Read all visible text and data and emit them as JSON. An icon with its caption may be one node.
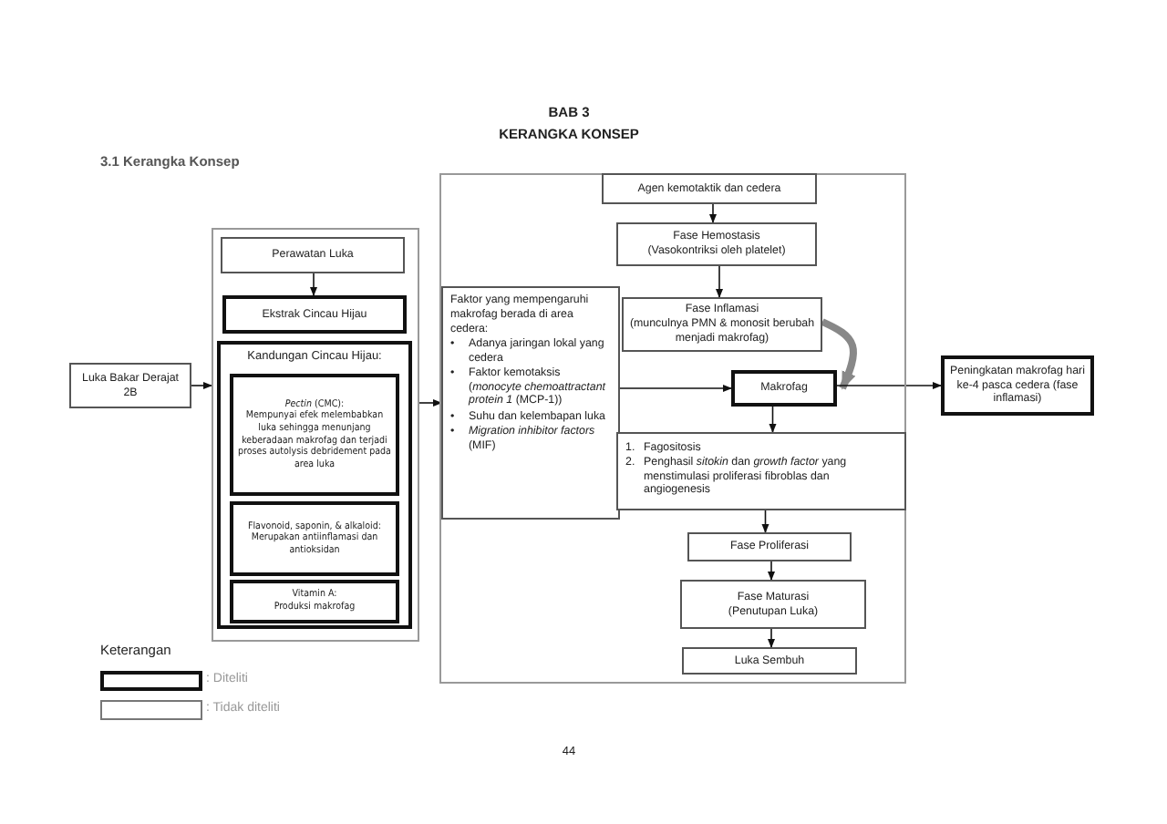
{
  "diagram": {
    "nodes": [
      {
        "text": [
          "Luka Bakar Derajat 2B"
        ]
      },
      {
        "text": [],
        "shape": "box"
      },
      {
        "text": [
          "Perawatan Luka"
        ],
        "in": 1
      },
      {
        "text": [
          "Ekstrak Cincau Hijau"
        ],
        "in": 1
      },
      {
        "text": [
          "Kandungan Cincau Hijau:"
        ],
        "in": 1
      },
      {
        "text": [
          "*Pectin* (CMC):",
          "Mempunyai efek melembabkan luka sehingga menunjang keberadaan makrofag dan terjadi proses autolysis debridement pada area luka"
        ],
        "in": 4
      },
      {
        "text": [
          "Flavonoid, saponin, & alkaloid:",
          "Merupakan antiinflamasi dan antioksidan"
        ],
        "in": 4
      },
      {
        "text": [
          "Vitamin A:",
          "Produksi makrofag"
        ],
        "in": 4
      },
      {
        "text": [],
        "shape": "box"
      },
      {
        "text": [
          "Agen kemotaktik dan cedera"
        ],
        "in": 8
      },
      {
        "text": [
          "Fase Hemostasis",
          "(Vasokontriksi oleh platelet)"
        ],
        "in": 8
      },
      {
        "text": [
          "Fase Inflamasi",
          "(munculnya PMN & monosit berubah menjadi makrofag)"
        ],
        "in": 8
      },
      {
        "text": [
          "Faktor yang mempengaruhi makrofag berada di area cedera:",
          "•",
          "Adanya jaringan lokal yang cedera",
          "•",
          "Faktor kemotaksis (*monocyte chemoattractant protein 1* (MCP-1))",
          "•",
          "Suhu dan kelembapan luka",
          "•",
          "*Migration inhibitor factors* (MIF)"
        ],
        "in": 8
      },
      {
        "text": [
          "Makrofag"
        ],
        "in": 8
      },
      {
        "text": [
          "1.",
          "Fagositosis",
          "2.",
          "Penghasil *sitokin* dan *growth factor* yang menstimulasi proliferasi fibroblas dan angiogenesis"
        ],
        "in": 8
      },
      {
        "text": [
          "Fase Proliferasi"
        ],
        "in": 8
      },
      {
        "text": [
          "Fase Maturasi",
          "(Penutupan Luka)"
        ],
        "in": 8
      },
      {
        "text": [
          "Luka Sembuh"
        ],
        "in": 8
      },
      {
        "text": [
          "Peningkatan makrofag hari ke-4 pasca cedera (fase inflamasi)"
        ]
      }
    ],
    "edges": [
      {
        "from": 2,
        "to": 3,
        "arrow": "to"
      },
      {
        "from": 0,
        "to": 1,
        "arrow": "to"
      },
      {
        "from": 1,
        "to": 12,
        "arrow": "to"
      },
      {
        "from": 12,
        "to": 13,
        "arrow": "to"
      },
      {
        "from": 9,
        "to": 10,
        "arrow": "to"
      },
      {
        "from": 10,
        "to": 11,
        "arrow": "to"
      },
      {
        "from": 11,
        "to": 13,
        "arrow": "to",
        "style": "thick",
        "color": "#888888"
      },
      {
        "from": 13,
        "to": 18,
        "arrow": "to"
      },
      {
        "from": 13,
        "to": 14,
        "arrow": "to"
      },
      {
        "from": 14,
        "to": 15,
        "arrow": "to"
      },
      {
        "from": 15,
        "to": 16,
        "arrow": "to"
      },
      {
        "from": 16,
        "to": 17,
        "arrow": "to"
      }
    ],
    "labels": [
      "BAB 3",
      "KERANGKA KONSEP",
      "3.1 Kerangka Konsep",
      "Keterangan",
      "44"
    ],
    "legend": [
      {
        "text": ": Diteliti"
      },
      {
        "text": ": Tidak diteliti"
      }
    ]
  }
}
